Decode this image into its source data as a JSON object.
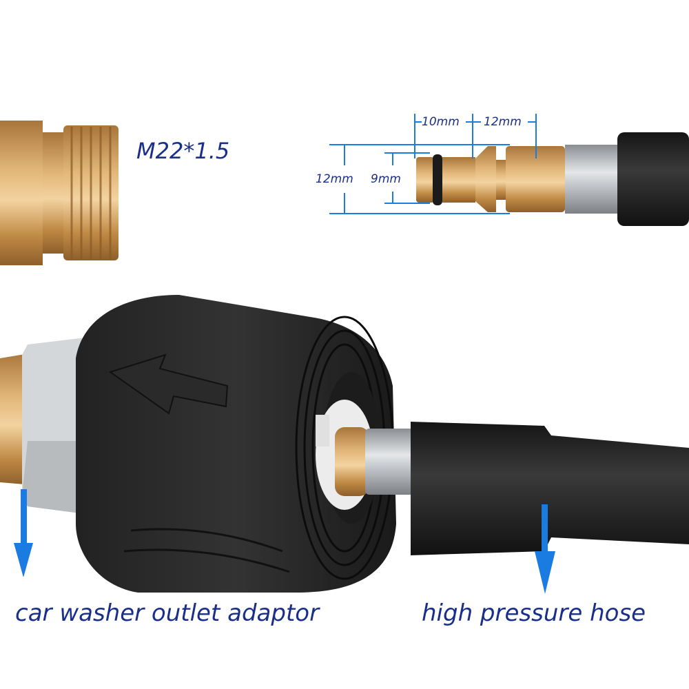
{
  "annotations": {
    "thread_spec": "M22*1.5",
    "dimensions": {
      "length_tip": "10mm",
      "length_body": "12mm",
      "outer_diameter": "12mm",
      "inner_diameter": "9mm"
    }
  },
  "captions": {
    "left": "car washer outlet adaptor",
    "right": "high pressure hose"
  },
  "colors": {
    "accent_blue": "#1a7be0",
    "text_navy": "#1a2f8a",
    "brass": "#c9944a",
    "rubber_black": "#222222",
    "steel": "#b8bcc0"
  }
}
